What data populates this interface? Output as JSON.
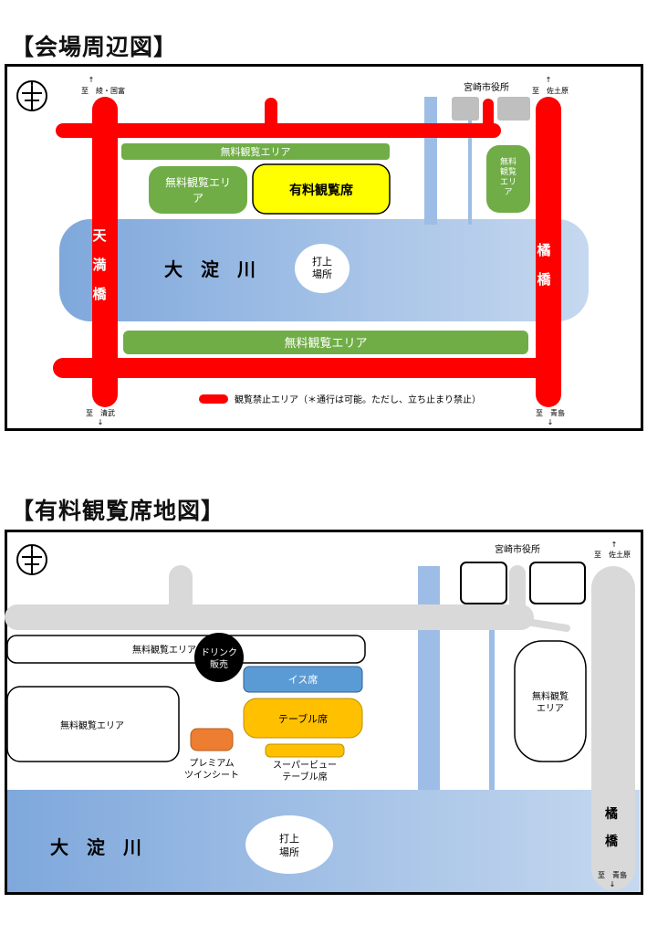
{
  "map1": {
    "heading": "【会場周辺図】",
    "compass_label": "北",
    "to_tenman": "至　綾・国富",
    "up_arrow": "↑",
    "down_arrow": "↓",
    "city_hall": "宮崎市役所",
    "to_sadowara": "至　佐土原",
    "free_area_top": "無料観覧エリア",
    "free_area_left": [
      "無料観覧エリ",
      "ア"
    ],
    "paid_area": "有料観覧席",
    "free_area_right": [
      "無料",
      "観覧",
      "エリ",
      "ア"
    ],
    "tenmanbashi": [
      "天",
      "満",
      "橋"
    ],
    "river": "大　淀　川",
    "launch_site": [
      "打上",
      "場所"
    ],
    "tachibana_bashi": [
      "橘",
      "橋"
    ],
    "free_area_bottom": "無料観覧エリア",
    "legend_text": "観覧禁止エリア（＊通行は可能。ただし、立ち止まり禁止）",
    "to_kiyotake": "至　清武",
    "to_aoshima": "至　青島",
    "colors": {
      "road_red": "#ff0000",
      "free_green": "#70ad47",
      "paid_yellow": "#ffff00",
      "river_blue": "#9dbde6",
      "building_gray": "#bfbfbf"
    }
  },
  "map2": {
    "heading": "【有料観覧席地図】",
    "compass_label": "北",
    "city_hall": "宮崎市役所",
    "to_sadowara": "至　佐土原",
    "up_arrow": "↑",
    "down_arrow": "↓",
    "free_area_top": "無料観覧エリア",
    "drink": [
      "ドリンク",
      "販売"
    ],
    "chair_seats": "イス席",
    "free_area_left": "無料観覧エリア",
    "table_seats": "テーブル席",
    "premium": [
      "プレミアム",
      "ツインシート"
    ],
    "super_view": [
      "スーパービュー",
      "テーブル席"
    ],
    "free_area_right": [
      "無料観覧",
      "エリア"
    ],
    "tachibana_bashi": [
      "橘",
      "橋"
    ],
    "to_aoshima": "至　青島",
    "river": "大　淀　川",
    "launch_site": [
      "打上",
      "場所"
    ],
    "colors": {
      "road_gray": "#d9d9d9",
      "chair_blue": "#5b9bd5",
      "table_orange": "#ffc000",
      "premium_orange": "#ed7d31",
      "river_blue": "#9dbde6"
    }
  }
}
